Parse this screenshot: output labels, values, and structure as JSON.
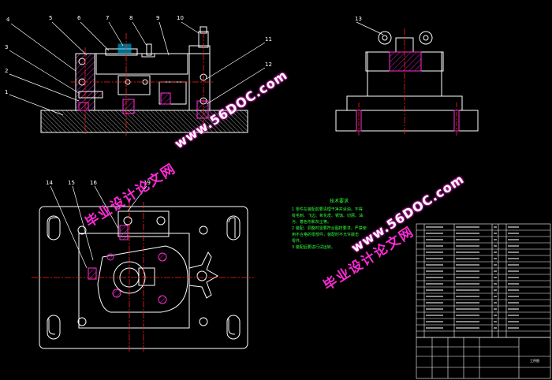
{
  "drawing": {
    "balloons": [
      "1",
      "2",
      "3",
      "4",
      "5",
      "6",
      "7",
      "8",
      "9",
      "10",
      "11",
      "12",
      "13",
      "14",
      "15",
      "16",
      "19"
    ],
    "colors": {
      "background": "#000000",
      "outline": "#ffffff",
      "hatch": "#ff2bd6",
      "centerline": "#ff2020",
      "dimension": "#30d0ff",
      "notes": "#32ff3a",
      "watermark": "#ff2bd6"
    }
  },
  "watermark": {
    "cn": "毕业设计论文网",
    "url": "www.56DOC.com"
  },
  "notes": {
    "heading": "技术要求",
    "lines": [
      "1 零件在装配前要清理干净并涂油，不得",
      "有毛刺、飞边、氧化皮、锈蚀、切屑、油",
      "污、着色剂和灰尘等。",
      "2 装配、调整时需要符合图样要求，严禁使",
      "用不合格的零部件，装配时不允许敲击",
      "零件。",
      "3 装配后要进行试运转。"
    ]
  },
  "title_block": {
    "sheet_label": "工序图"
  }
}
